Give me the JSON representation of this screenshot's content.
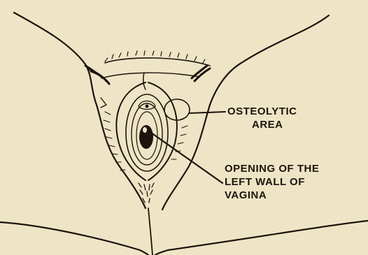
{
  "labels": {
    "osteolytic": [
      "OSTEOLYTIC",
      "AREA"
    ],
    "opening": [
      "OPENING OF THE",
      "LEFT WALL OF",
      "VAGINA"
    ]
  },
  "colors": {
    "paper": "#eee5c6",
    "ink": "#1c140c"
  }
}
